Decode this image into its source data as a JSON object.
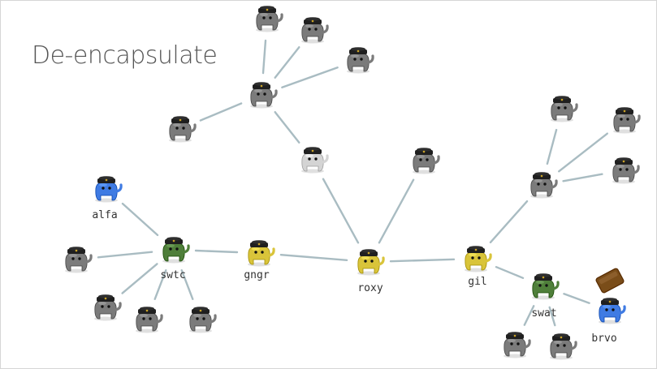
{
  "title": "De-encapsulate",
  "colors": {
    "gray": "#7b7b7b",
    "light_gray": "#d4d4d4",
    "blue": "#3f7be3",
    "green": "#4f7f3a",
    "yellow": "#d9c43a",
    "edge": "#a9bcc2",
    "box": "#7a4d19"
  },
  "nodes": [
    {
      "id": "alfa",
      "label": "alfa",
      "color": "blue"
    },
    {
      "id": "swtc",
      "label": "swtc",
      "color": "green"
    },
    {
      "id": "gngr",
      "label": "gngr",
      "color": "yellow"
    },
    {
      "id": "roxy",
      "label": "roxy",
      "color": "yellow"
    },
    {
      "id": "gil",
      "label": "gil",
      "color": "yellow"
    },
    {
      "id": "swat",
      "label": "swat",
      "color": "green"
    },
    {
      "id": "brvo",
      "label": "brvo",
      "color": "blue"
    },
    {
      "id": "hub1",
      "label": "",
      "color": "gray"
    },
    {
      "id": "hub1_child",
      "label": "",
      "color": "light_gray"
    },
    {
      "id": "hub2",
      "label": "",
      "color": "gray"
    },
    {
      "id": "roxy_child",
      "label": "",
      "color": "gray"
    },
    {
      "id": "t1",
      "label": "",
      "color": "gray"
    },
    {
      "id": "t2",
      "label": "",
      "color": "gray"
    },
    {
      "id": "t3",
      "label": "",
      "color": "gray"
    },
    {
      "id": "t4",
      "label": "",
      "color": "gray"
    },
    {
      "id": "r1",
      "label": "",
      "color": "gray"
    },
    {
      "id": "r2",
      "label": "",
      "color": "gray"
    },
    {
      "id": "r3",
      "label": "",
      "color": "gray"
    },
    {
      "id": "s1",
      "label": "",
      "color": "gray"
    },
    {
      "id": "s2",
      "label": "",
      "color": "gray"
    },
    {
      "id": "s3",
      "label": "",
      "color": "gray"
    },
    {
      "id": "s4",
      "label": "",
      "color": "gray"
    },
    {
      "id": "w1",
      "label": "",
      "color": "gray"
    },
    {
      "id": "w2",
      "label": "",
      "color": "gray"
    }
  ],
  "edges": [
    [
      "alfa",
      "swtc"
    ],
    [
      "s1",
      "swtc"
    ],
    [
      "s2",
      "swtc"
    ],
    [
      "s3",
      "swtc"
    ],
    [
      "s4",
      "swtc"
    ],
    [
      "swtc",
      "gngr"
    ],
    [
      "gngr",
      "roxy"
    ],
    [
      "roxy",
      "hub1_child"
    ],
    [
      "hub1_child",
      "hub1"
    ],
    [
      "hub1",
      "t1"
    ],
    [
      "hub1",
      "t2"
    ],
    [
      "hub1",
      "t3"
    ],
    [
      "hub1",
      "t4"
    ],
    [
      "roxy",
      "roxy_child"
    ],
    [
      "roxy",
      "gil"
    ],
    [
      "gil",
      "hub2"
    ],
    [
      "hub2",
      "r1"
    ],
    [
      "hub2",
      "r2"
    ],
    [
      "hub2",
      "r3"
    ],
    [
      "gil",
      "swat"
    ],
    [
      "swat",
      "w1"
    ],
    [
      "swat",
      "w2"
    ],
    [
      "swat",
      "brvo"
    ]
  ],
  "box": {
    "name": "box-icon",
    "color": "box"
  }
}
